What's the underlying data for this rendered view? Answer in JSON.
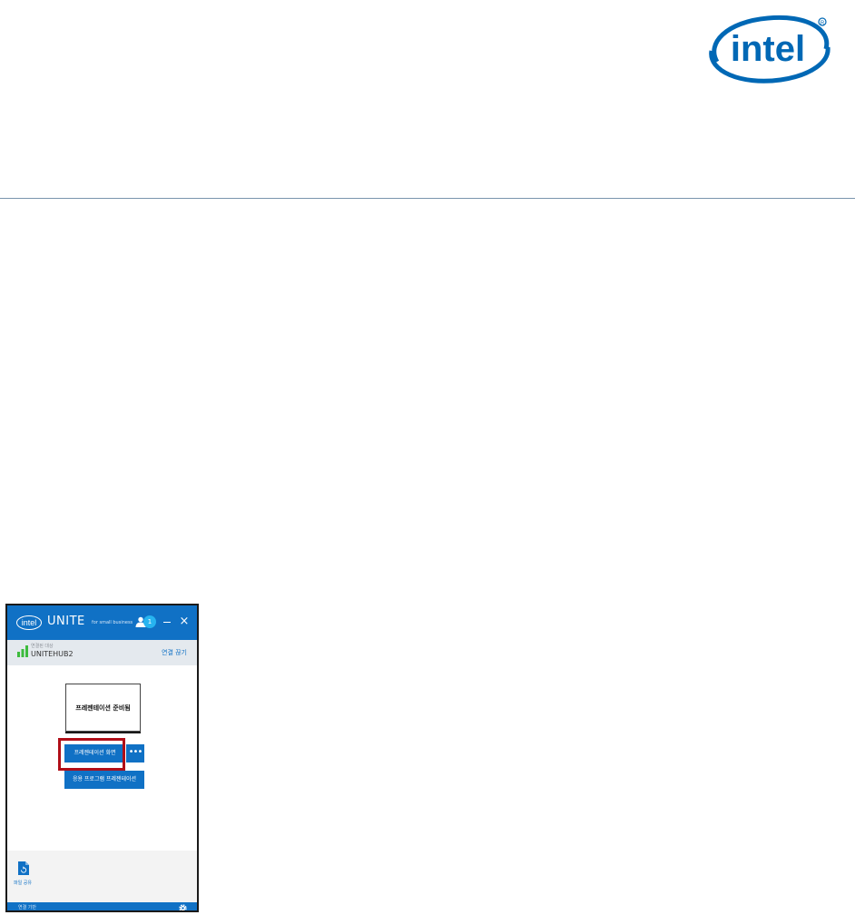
{
  "brand": {
    "logo_text": "intel",
    "color": "#0068b5"
  },
  "app": {
    "logo_text": "intel",
    "name": "UNITE",
    "tagline": "for small business",
    "user_count": "1",
    "close_symbol": "×",
    "connection": {
      "label": "연결된 대상",
      "hub_name": "UNITEHUB2",
      "disconnect_label": "연결 끊기"
    },
    "preview_text": "프레젠테이션 준비됨",
    "buttons": {
      "present_screen": "프레젠테이션 화면",
      "more": "•••",
      "present_application": "응용 프로그램 프레젠테이션"
    },
    "file_share_label": "파일 공유",
    "status_text": "연결 기반",
    "colors": {
      "primary": "#1071c5",
      "badge": "#27b4f0",
      "highlight": "#b00e18",
      "signal": "#3dbb3d"
    },
    "icons": [
      "user-icon",
      "signal-icon",
      "file-share-icon",
      "gear-icon",
      "close-icon",
      "minimize-icon"
    ]
  }
}
